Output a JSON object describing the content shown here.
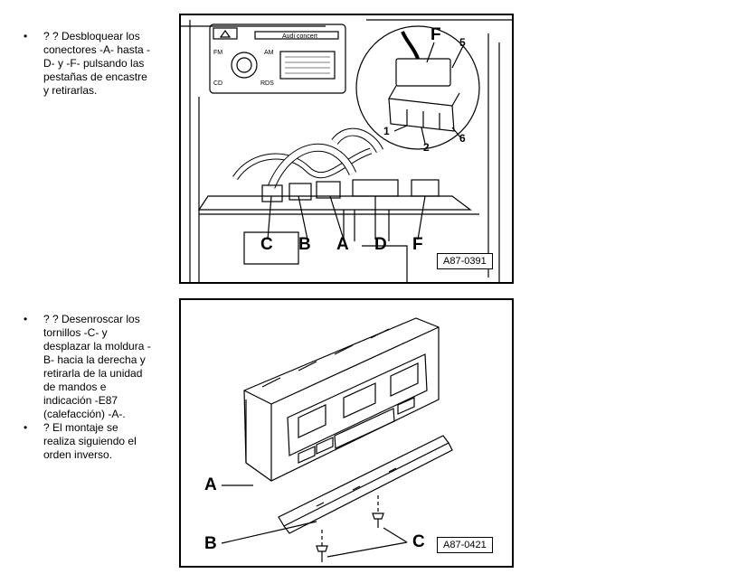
{
  "steps": [
    {
      "lines": [
        "? ?   Desbloquear los",
        "conectores -A- hasta -",
        "D- y -F- pulsando las",
        "pestañas de encastre",
        "y retirarlas."
      ]
    },
    {
      "lines": [
        "? ?   Desenroscar los",
        "tornillos -C- y",
        "desplazar la moldura -",
        "B- hacia la derecha y",
        "retirarla de la unidad",
        "de mandos e",
        "indicación -E87",
        "(calefacción) -A-."
      ]
    },
    {
      "lines": [
        "?  El montaje se",
        "realiza siguiendo el",
        "orden inverso."
      ]
    }
  ],
  "figure1": {
    "code": "A87-0391",
    "radio_brand": "Audi concert",
    "radio_buttons": [
      "FM",
      "AM",
      "CD",
      "RDS"
    ],
    "callouts": [
      "C",
      "B",
      "A",
      "D",
      "F"
    ],
    "detail_callouts": [
      "F",
      "5",
      "1",
      "2",
      "6"
    ]
  },
  "figure2": {
    "code": "A87-0421",
    "callouts": [
      "A",
      "B",
      "C"
    ]
  }
}
